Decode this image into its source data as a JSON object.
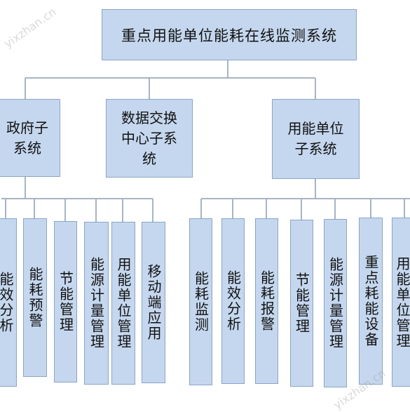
{
  "title": "重点用能单位能耗在线监测系统",
  "subsystems": [
    {
      "lines": [
        "政府子",
        "系统"
      ]
    },
    {
      "lines": [
        "数据交换",
        "中心子系",
        "统"
      ]
    },
    {
      "lines": [
        "用能单位",
        "子系统"
      ]
    }
  ],
  "government_modules": [
    "能效分析",
    "能耗预警",
    "节能管理",
    "能源计量管理",
    "用能单位管理",
    "移动端应用"
  ],
  "unit_modules": [
    "能耗监测",
    "能效分析",
    "能耗报警",
    "节能管理",
    "能源计量管理",
    "重点耗能设备",
    "用能单位管理"
  ],
  "watermark": "yixzhan.cn",
  "colors": {
    "box_fill": "#c5d7ee",
    "box_border": "#8ba4c7",
    "connector": "#a7b4c4"
  }
}
